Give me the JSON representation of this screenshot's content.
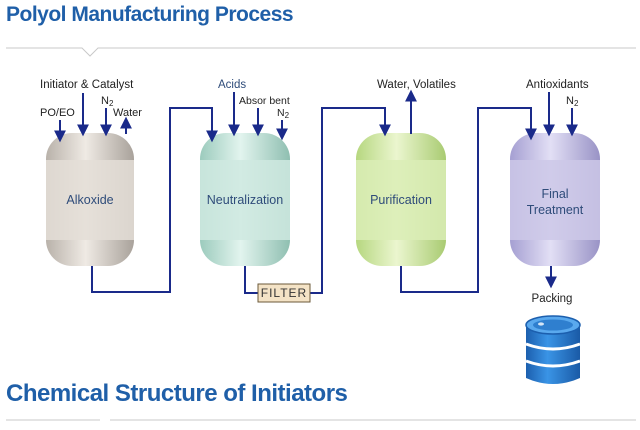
{
  "titles": {
    "process": "Polyol Manufacturing Process",
    "structures": "Chemical Structure of Initiators"
  },
  "stages": [
    {
      "name": "Alkoxide",
      "color": "#e4ded7"
    },
    {
      "name": "Neutralization",
      "color": "#cfe9e1"
    },
    {
      "name": "Purification",
      "color": "#dbedb6"
    },
    {
      "name": "Final",
      "name2": "Treatment",
      "color": "#ccc8e7"
    }
  ],
  "inputs": {
    "initiator_catalyst": "Initiator & Catalyst",
    "po_eo": "PO/EO",
    "n2_a": "N",
    "n2_a_sub": "2",
    "water": "Water",
    "acids": "Acids",
    "absorbent": "Absor bent",
    "n2_b": "N",
    "n2_b_sub": "2",
    "water_volatiles": "Water, Volatiles",
    "antioxidants": "Antioxidants",
    "n2_c": "N",
    "n2_c_sub": "2"
  },
  "filter": "FILTER",
  "packing": "Packing",
  "colors": {
    "title": "#1f5fa8",
    "line": "#1a2a8a",
    "divider": "#c9c9c9",
    "drum": "#2a7fd0"
  }
}
